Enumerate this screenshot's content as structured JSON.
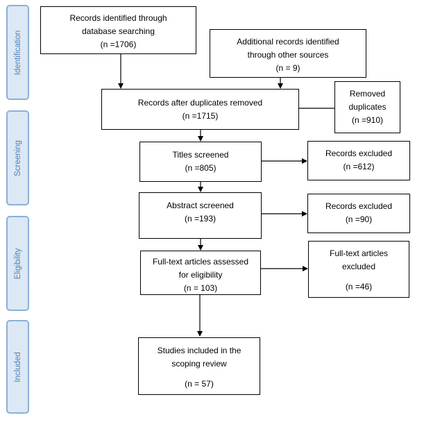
{
  "phases": {
    "identification": "Identification",
    "screening": "Screening",
    "eligibility": "Eligibility",
    "included": "Included"
  },
  "boxes": {
    "db_records": {
      "line1": "Records identified through",
      "line2": "database searching",
      "count": "(n =1706)"
    },
    "other_records": {
      "line1": "Additional records identified",
      "line2": "through other sources",
      "count": "(n = 9)"
    },
    "after_duplicates": {
      "line1": "Records after duplicates removed",
      "count": "(n =1715)"
    },
    "removed_duplicates": {
      "line1": "Removed",
      "line2": "duplicates",
      "count": "(n =910)"
    },
    "titles_screened": {
      "line1": "Titles screened",
      "count": "(n =805)"
    },
    "titles_excluded": {
      "line1": "Records excluded",
      "count": "(n =612)"
    },
    "abstract_screened": {
      "line1": "Abstract screened",
      "count": "(n =193)"
    },
    "abstract_excluded": {
      "line1": "Records excluded",
      "count": "(n =90)"
    },
    "fulltext_assessed": {
      "line1": "Full-text articles assessed",
      "line2": "for eligibility",
      "count": "(n = 103)"
    },
    "fulltext_excluded": {
      "line1": "Full-text articles",
      "line2": "excluded",
      "count": "(n =46)"
    },
    "studies_included": {
      "line1": "Studies included in the",
      "line2": "scoping review",
      "count": "(n = 57)"
    }
  }
}
